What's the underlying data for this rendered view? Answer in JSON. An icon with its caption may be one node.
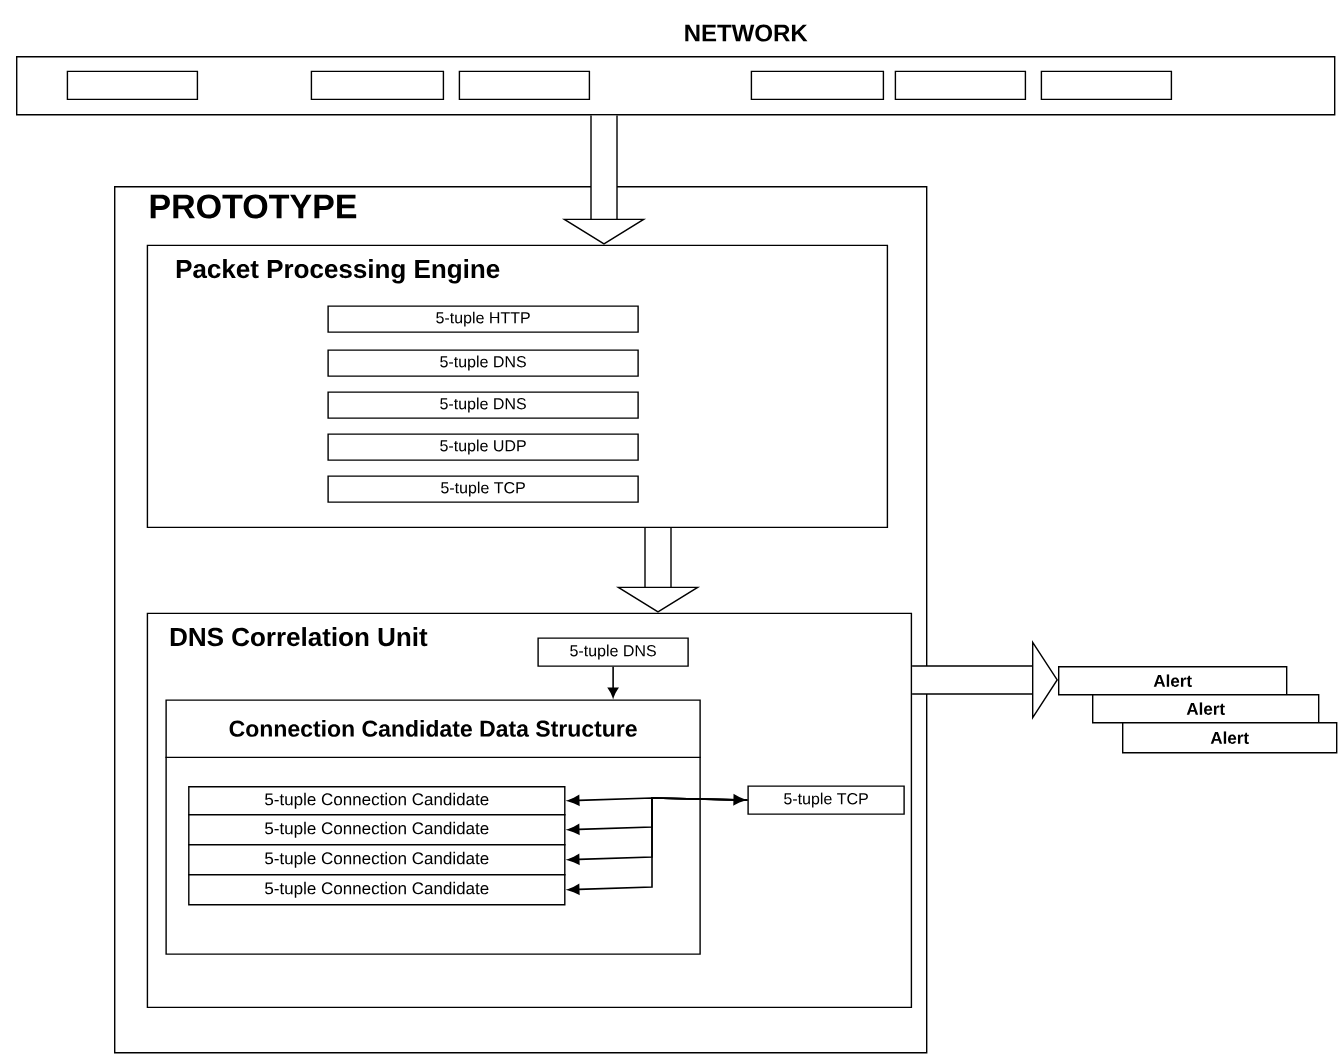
{
  "diagram": {
    "nodes": [
      {
        "text": [
          "NETWORK"
        ]
      },
      {
        "text": [],
        "shape": "box",
        "in": 0
      },
      {
        "text": [],
        "shape": "box",
        "in": 0
      },
      {
        "text": [],
        "shape": "box",
        "in": 0
      },
      {
        "text": [],
        "shape": "box",
        "in": 0
      },
      {
        "text": [],
        "shape": "box",
        "in": 0
      },
      {
        "text": [],
        "shape": "box",
        "in": 0
      },
      {
        "text": [
          "PROTOTYPE"
        ]
      },
      {
        "text": [
          "Packet Processing Engine"
        ],
        "in": 7
      },
      {
        "text": [
          "5-tuple HTTP"
        ],
        "in": 8
      },
      {
        "text": [
          "5-tuple DNS"
        ],
        "in": 8
      },
      {
        "text": [
          "5-tuple DNS"
        ],
        "in": 8
      },
      {
        "text": [
          "5-tuple UDP"
        ],
        "in": 8
      },
      {
        "text": [
          "5-tuple TCP"
        ],
        "in": 8
      },
      {
        "text": [
          "DNS Correlation Unit"
        ],
        "in": 7
      },
      {
        "text": [
          "5-tuple DNS"
        ],
        "in": 14
      },
      {
        "text": [
          "Connection Candidate Data Structure"
        ],
        "in": 14
      },
      {
        "text": [
          "5-tuple Connection Candidate"
        ],
        "in": 16
      },
      {
        "text": [
          "5-tuple Connection Candidate"
        ],
        "in": 16
      },
      {
        "text": [
          "5-tuple Connection Candidate"
        ],
        "in": 16
      },
      {
        "text": [
          "5-tuple Connection Candidate"
        ],
        "in": 16
      },
      {
        "text": [
          "5-tuple TCP"
        ],
        "in": 14
      },
      {
        "text": [
          "Alert"
        ]
      },
      {
        "text": [
          "Alert"
        ]
      },
      {
        "text": [
          "Alert"
        ]
      }
    ],
    "edges": [
      {
        "from": 0,
        "to": 8,
        "arrow": "to",
        "style": "thick"
      },
      {
        "from": 8,
        "to": 14,
        "arrow": "to",
        "style": "thick"
      },
      {
        "from": 14,
        "to": 22,
        "arrow": "to",
        "style": "thick"
      },
      {
        "from": 15,
        "to": 16,
        "arrow": "to"
      },
      {
        "from": 21,
        "to": 17,
        "arrow": "both"
      },
      {
        "from": 21,
        "to": 18,
        "arrow": "to"
      },
      {
        "from": 21,
        "to": 19,
        "arrow": "to"
      },
      {
        "from": 21,
        "to": 20,
        "arrow": "to"
      }
    ]
  }
}
